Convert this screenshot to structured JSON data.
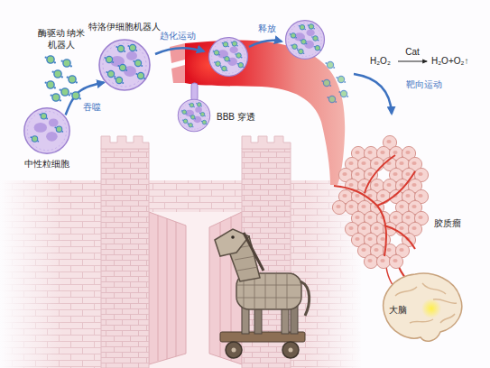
{
  "diagram": {
    "nodes": [
      {
        "text": [
          "酶驱动 纳米机器人"
        ]
      },
      {
        "text": [
          "中性粒细胞"
        ]
      },
      {
        "text": [
          "特洛伊细胞机器人"
        ]
      },
      {
        "text": [
          "胶质瘤"
        ]
      },
      {
        "text": [
          "大脑"
        ]
      }
    ],
    "edges": [
      {
        "from": 1,
        "to": 2,
        "arrow": "to",
        "label": "吞噬"
      }
    ],
    "labels": [
      "趋化运动",
      "BBB 穿透",
      "释放",
      "H₂O₂",
      "Cat",
      "H₂O+O₂↑",
      "靶向运动"
    ]
  }
}
